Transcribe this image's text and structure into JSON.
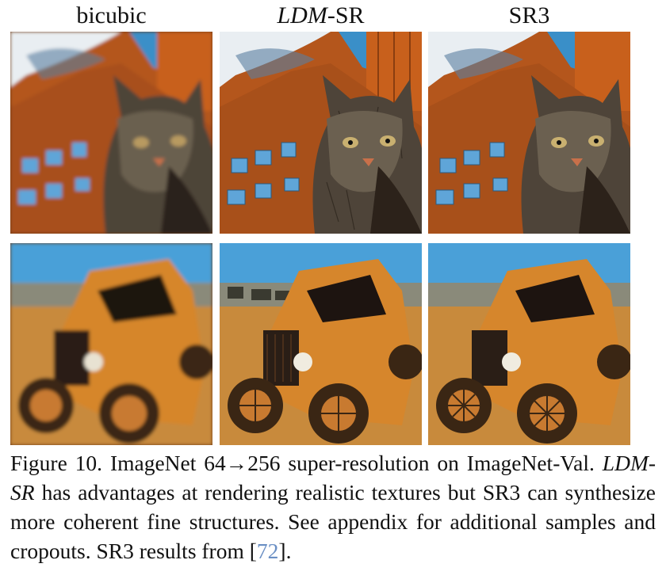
{
  "columns": {
    "bicubic": "bicubic",
    "ldm_method": "LDM",
    "ldm_suffix": "-SR",
    "sr3": "SR3"
  },
  "rows": [
    {
      "subject": "cat"
    },
    {
      "subject": "car"
    }
  ],
  "caption": {
    "label": "Figure 10.",
    "text1": "ImageNet 64→256 super-resolution on ImageNet-Val.",
    "method": "LDM-SR",
    "text2": "has advantages at rendering realistic textures but SR3 can synthesize more coherent fine structures.  See appendix for additional samples and cropouts. SR3 results from",
    "cite": "72",
    "end": "."
  }
}
